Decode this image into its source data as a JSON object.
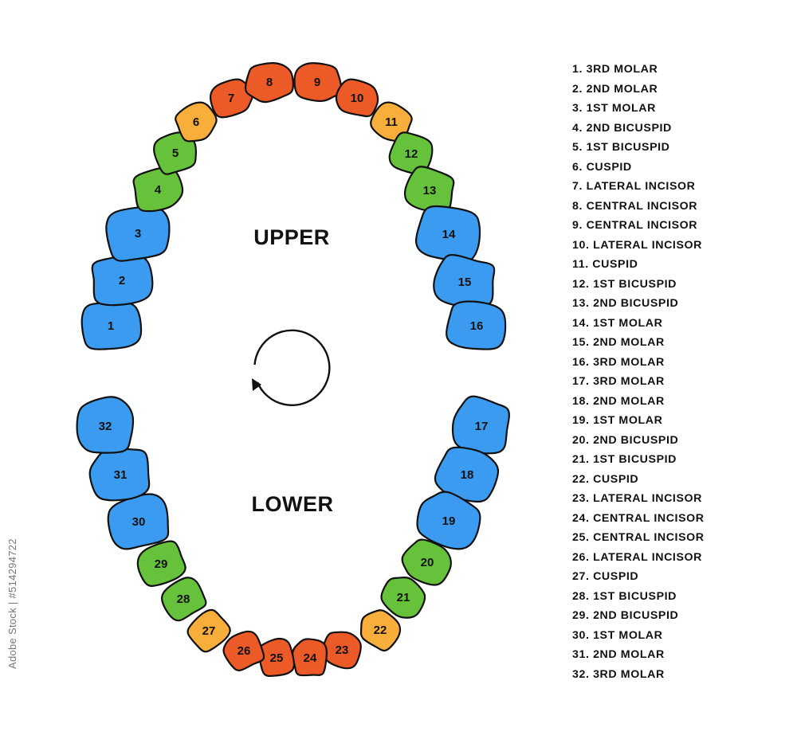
{
  "jaw_labels": {
    "upper": "UPPER",
    "lower": "LOWER"
  },
  "colors": {
    "molar": "#3a9bf0",
    "bicuspid": "#66c23a",
    "cuspid": "#f8ae3a",
    "incisor": "#ec5a28",
    "outline": "#111111"
  },
  "rotation_icon": "circular-arrow-icon",
  "teeth": [
    {
      "number": "1",
      "type": "molar"
    },
    {
      "number": "2",
      "type": "molar"
    },
    {
      "number": "3",
      "type": "molar"
    },
    {
      "number": "4",
      "type": "bicuspid"
    },
    {
      "number": "5",
      "type": "bicuspid"
    },
    {
      "number": "6",
      "type": "cuspid"
    },
    {
      "number": "7",
      "type": "incisor"
    },
    {
      "number": "8",
      "type": "incisor"
    },
    {
      "number": "9",
      "type": "incisor"
    },
    {
      "number": "10",
      "type": "incisor"
    },
    {
      "number": "11",
      "type": "cuspid"
    },
    {
      "number": "12",
      "type": "bicuspid"
    },
    {
      "number": "13",
      "type": "bicuspid"
    },
    {
      "number": "14",
      "type": "molar"
    },
    {
      "number": "15",
      "type": "molar"
    },
    {
      "number": "16",
      "type": "molar"
    },
    {
      "number": "17",
      "type": "molar"
    },
    {
      "number": "18",
      "type": "molar"
    },
    {
      "number": "19",
      "type": "molar"
    },
    {
      "number": "20",
      "type": "bicuspid"
    },
    {
      "number": "21",
      "type": "bicuspid"
    },
    {
      "number": "22",
      "type": "cuspid"
    },
    {
      "number": "23",
      "type": "incisor"
    },
    {
      "number": "24",
      "type": "incisor"
    },
    {
      "number": "25",
      "type": "incisor"
    },
    {
      "number": "26",
      "type": "incisor"
    },
    {
      "number": "27",
      "type": "cuspid"
    },
    {
      "number": "28",
      "type": "bicuspid"
    },
    {
      "number": "29",
      "type": "bicuspid"
    },
    {
      "number": "30",
      "type": "molar"
    },
    {
      "number": "31",
      "type": "molar"
    },
    {
      "number": "32",
      "type": "molar"
    }
  ],
  "legend": [
    "1. 3RD MOLAR",
    "2. 2ND MOLAR",
    "3. 1ST MOLAR",
    "4. 2ND BICUSPID",
    "5. 1ST BICUSPID",
    "6. CUSPID",
    "7. LATERAL INCISOR",
    "8. CENTRAL INCISOR",
    "9. CENTRAL INCISOR",
    "10. LATERAL INCISOR",
    "11. CUSPID",
    "12. 1ST BICUSPID",
    "13. 2ND BICUSPID",
    "14. 1ST MOLAR",
    "15. 2ND MOLAR",
    "16. 3RD MOLAR",
    "17. 3RD MOLAR",
    "18. 2ND MOLAR",
    "19. 1ST MOLAR",
    "20. 2ND BICUSPID",
    "21. 1ST BICUSPID",
    "22. CUSPID",
    "23. LATERAL INCISOR",
    "24. CENTRAL INCISOR",
    "25. CENTRAL INCISOR",
    "26. LATERAL INCISOR",
    "27. CUSPID",
    "28. 1ST BICUSPID",
    "29. 2ND BICUSPID",
    "30. 1ST MOLAR",
    "31. 2ND MOLAR",
    "32. 3RD MOLAR"
  ],
  "stock_id": "Adobe Stock | #514294722"
}
